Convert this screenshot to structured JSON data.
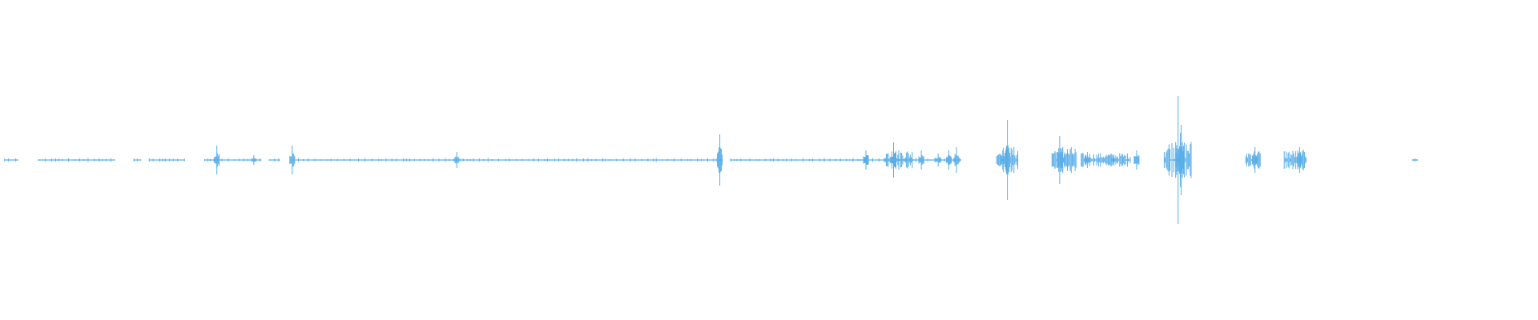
{
  "waveform": {
    "color": "#5aaee8",
    "duration_fraction_with_audio": 0.92,
    "segments": [
      {
        "start": 0.003,
        "end": 0.012,
        "level": 0.01
      },
      {
        "start": 0.025,
        "end": 0.075,
        "level": 0.008
      },
      {
        "start": 0.087,
        "end": 0.092,
        "level": 0.01
      },
      {
        "start": 0.097,
        "end": 0.12,
        "level": 0.01
      },
      {
        "start": 0.133,
        "end": 0.17,
        "level": 0.01
      },
      {
        "start": 0.175,
        "end": 0.182,
        "level": 0.006
      },
      {
        "start": 0.19,
        "end": 0.47,
        "level": 0.008
      },
      {
        "start": 0.475,
        "end": 0.625,
        "level": 0.008
      },
      {
        "start": 0.648,
        "end": 0.622,
        "level": 0.0
      }
    ],
    "spikes": [
      {
        "pos": 0.141,
        "amp": 0.09
      },
      {
        "pos": 0.165,
        "amp": 0.03
      },
      {
        "pos": 0.19,
        "amp": 0.09
      },
      {
        "pos": 0.297,
        "amp": 0.05
      },
      {
        "pos": 0.468,
        "amp": 0.16
      },
      {
        "pos": 0.563,
        "amp": 0.06
      },
      {
        "pos": 0.581,
        "amp": 0.11
      },
      {
        "pos": 0.599,
        "amp": 0.06
      },
      {
        "pos": 0.61,
        "amp": 0.04
      },
      {
        "pos": 0.617,
        "amp": 0.06
      },
      {
        "pos": 0.622,
        "amp": 0.08
      },
      {
        "pos": 0.652,
        "amp": 0.06
      },
      {
        "pos": 0.655,
        "amp": 0.25
      },
      {
        "pos": 0.689,
        "amp": 0.15
      },
      {
        "pos": 0.691,
        "amp": 0.08
      },
      {
        "pos": 0.707,
        "amp": 0.05
      },
      {
        "pos": 0.724,
        "amp": 0.03
      },
      {
        "pos": 0.739,
        "amp": 0.06
      },
      {
        "pos": 0.766,
        "amp": 0.4
      },
      {
        "pos": 0.768,
        "amp": 0.22
      },
      {
        "pos": 0.816,
        "amp": 0.08
      },
      {
        "pos": 0.845,
        "amp": 0.08
      },
      {
        "pos": 0.92,
        "amp": 0.01
      }
    ],
    "clusters": [
      {
        "start": 0.575,
        "end": 0.594,
        "density": 0.03
      },
      {
        "start": 0.648,
        "end": 0.662,
        "density": 0.04
      },
      {
        "start": 0.684,
        "end": 0.7,
        "density": 0.04
      },
      {
        "start": 0.703,
        "end": 0.735,
        "density": 0.02
      },
      {
        "start": 0.757,
        "end": 0.775,
        "density": 0.06
      },
      {
        "start": 0.81,
        "end": 0.82,
        "density": 0.03
      },
      {
        "start": 0.835,
        "end": 0.85,
        "density": 0.03
      }
    ]
  }
}
